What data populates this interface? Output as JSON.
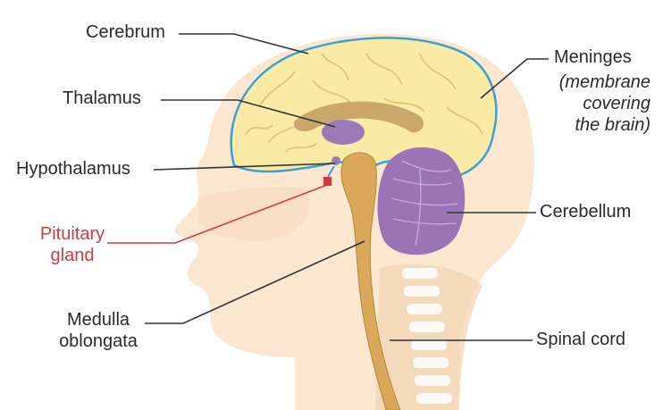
{
  "labels": {
    "cerebrum": "Cerebrum",
    "thalamus": "Thalamus",
    "hypothalamus": "Hypothalamus",
    "pituitary_line1": "Pituitary",
    "pituitary_line2": "gland",
    "medulla_line1": "Medulla",
    "medulla_line2": "oblongata",
    "meninges": "Meninges",
    "meninges_note_line1": "(membrane",
    "meninges_note_line2": "covering",
    "meninges_note_line3": "the brain)",
    "cerebellum": "Cerebellum",
    "spinal_cord": "Spinal cord"
  },
  "colors": {
    "skin": "#fbe6cf",
    "skin_shadow": "#f2d3b2",
    "brain": "#f9eba5",
    "brain_folds": "#e8c978",
    "meninges": "#3f9fcf",
    "thalamus": "#9c7ab5",
    "cerebellum": "#9a74b4",
    "brainstem": "#d9a85a",
    "pituitary": "#d23a3f",
    "label_text": "#2a2a2a",
    "label_red": "#d23a3f"
  }
}
